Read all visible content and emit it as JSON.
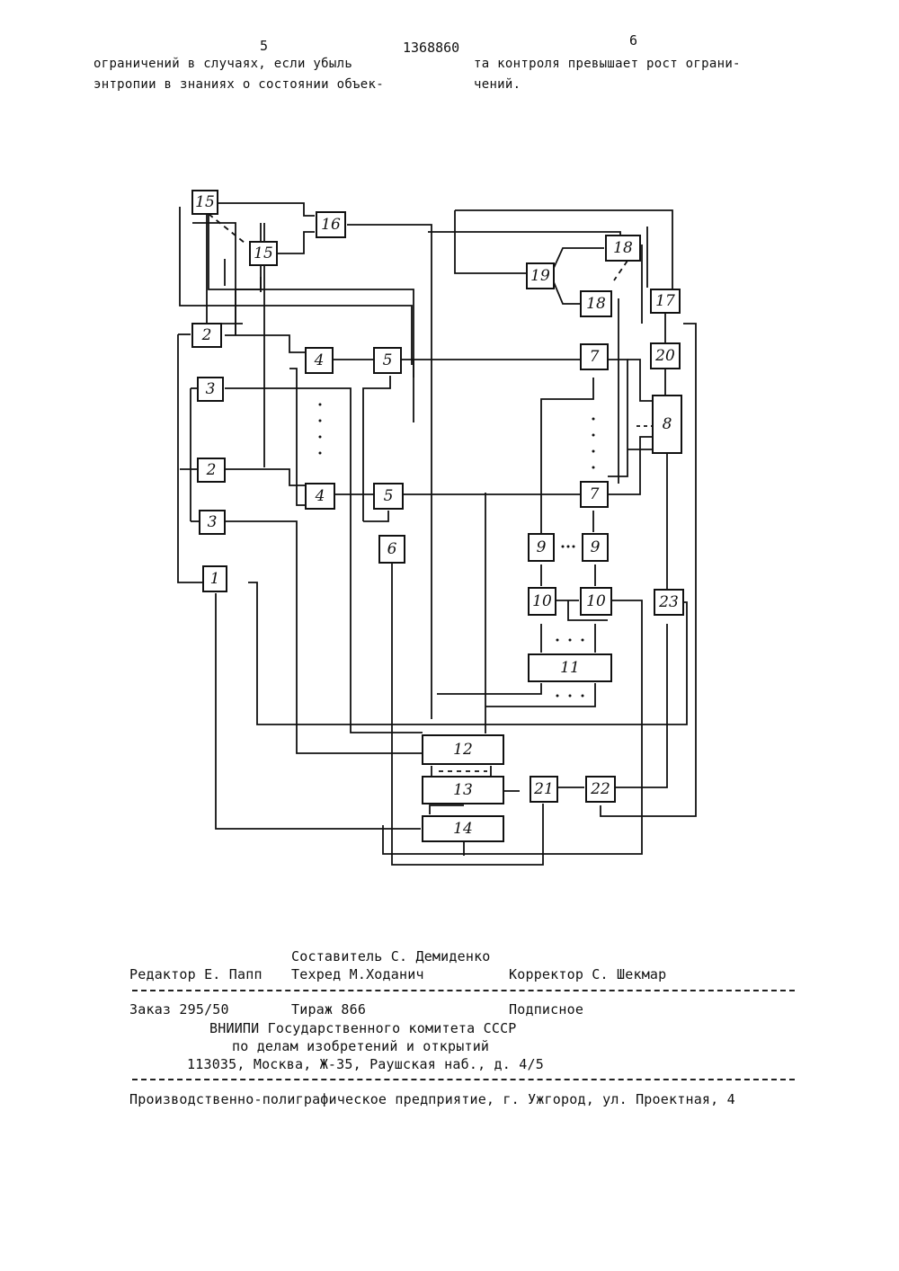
{
  "header": {
    "page_left": "5",
    "patent_number": "1368860",
    "page_right": "6"
  },
  "body_text": {
    "col_left_line1": "ограничений в случаях, если убыль",
    "col_left_line2": "энтропии в знаниях о состоянии объек-",
    "col_right_line1": "та контроля превышает рост ограни-",
    "col_right_line2": "чений."
  },
  "diagram": {
    "blocks": [
      {
        "id": "b15a",
        "label": "15"
      },
      {
        "id": "b15b",
        "label": "15"
      },
      {
        "id": "b16",
        "label": "16"
      },
      {
        "id": "b18a",
        "label": "18"
      },
      {
        "id": "b18b",
        "label": "18"
      },
      {
        "id": "b19",
        "label": "19"
      },
      {
        "id": "b17",
        "label": "17"
      },
      {
        "id": "b20",
        "label": "20"
      },
      {
        "id": "b8",
        "label": "8"
      },
      {
        "id": "b2a",
        "label": "2"
      },
      {
        "id": "b3a",
        "label": "3"
      },
      {
        "id": "b2b",
        "label": "2"
      },
      {
        "id": "b3b",
        "label": "3"
      },
      {
        "id": "b1",
        "label": "1"
      },
      {
        "id": "b4a",
        "label": "4"
      },
      {
        "id": "b5a",
        "label": "5"
      },
      {
        "id": "b4b",
        "label": "4"
      },
      {
        "id": "b5b",
        "label": "5"
      },
      {
        "id": "b6",
        "label": "6"
      },
      {
        "id": "b7a",
        "label": "7"
      },
      {
        "id": "b7b",
        "label": "7"
      },
      {
        "id": "b9a",
        "label": "9"
      },
      {
        "id": "b9b",
        "label": "9"
      },
      {
        "id": "b10a",
        "label": "10"
      },
      {
        "id": "b10b",
        "label": "10"
      },
      {
        "id": "b11",
        "label": "11"
      },
      {
        "id": "b23",
        "label": "23"
      },
      {
        "id": "b12",
        "label": "12"
      },
      {
        "id": "b13",
        "label": "13"
      },
      {
        "id": "b14",
        "label": "14"
      },
      {
        "id": "b21",
        "label": "21"
      },
      {
        "id": "b22",
        "label": "22"
      }
    ]
  },
  "imprint": {
    "compiler": "Составитель С. Демиденко",
    "editor": "Редактор Е. Папп",
    "techeditor": "Техред М.Ходанич",
    "corrector": "Корректор С. Шекмар",
    "order": "Заказ 295/50",
    "circulation": "Тираж 866",
    "subscription": "Подписное",
    "org_line1": "ВНИИПИ Государственного комитета СССР",
    "org_line2": "по делам изобретений и открытий",
    "address": "113035, Москва, Ж-35, Раушская наб., д. 4/5",
    "printer": "Производственно-полиграфическое предприятие, г. Ужгород, ул. Проектная, 4"
  }
}
